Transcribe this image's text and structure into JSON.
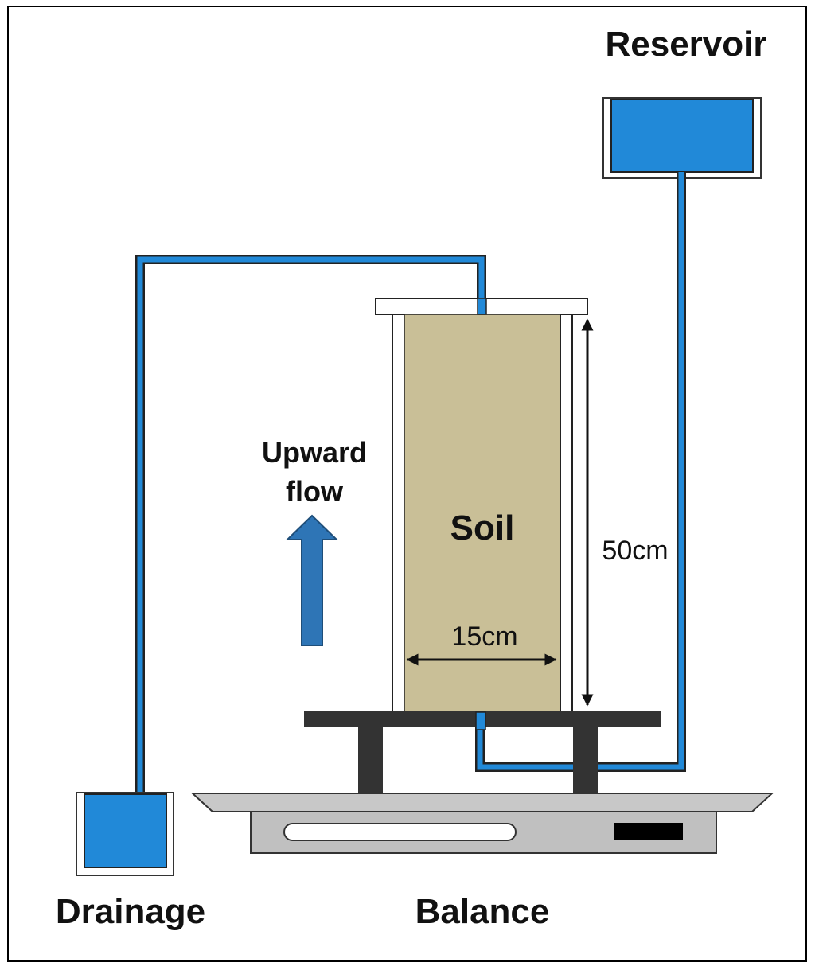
{
  "labels": {
    "reservoir": "Reservoir",
    "drainage": "Drainage",
    "balance": "Balance",
    "soil": "Soil",
    "upward_flow_line1": "Upward",
    "upward_flow_line2": "flow",
    "height_dim": "50cm",
    "width_dim": "15cm"
  },
  "colors": {
    "water": "#2189d8",
    "soil": "#c9bf97",
    "stand": "#333333",
    "balance_body": "#c0c0c0",
    "arrow": "#2e75b6",
    "outline": "#222222",
    "border": "#000000"
  },
  "icons": {
    "flow_arrow": "upward-arrow-icon",
    "dimension_arrows": "double-headed-arrow-icon"
  }
}
